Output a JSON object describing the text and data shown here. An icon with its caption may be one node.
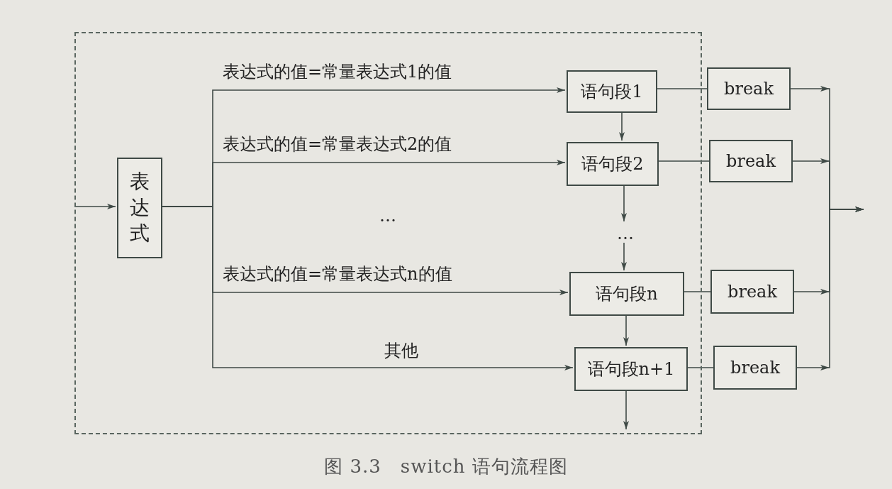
{
  "diagram": {
    "caption": "图 3.3　switch 语句流程图",
    "nodes": [
      {
        "text": [],
        "shape": "box"
      },
      {
        "text": [
          "表达式"
        ],
        "in": 0
      },
      {
        "text": [
          "语句段1"
        ],
        "in": 0
      },
      {
        "text": [
          "语句段2"
        ],
        "in": 0
      },
      {
        "text": [
          "…"
        ],
        "in": 0
      },
      {
        "text": [
          "语句段n"
        ],
        "in": 0
      },
      {
        "text": [
          "语句段n+1"
        ],
        "in": 0
      },
      {
        "text": [
          "break"
        ]
      },
      {
        "text": [
          "break"
        ]
      },
      {
        "text": [
          "break"
        ]
      },
      {
        "text": [
          "break"
        ]
      }
    ],
    "edges": [
      {
        "from": null,
        "to": 1,
        "arrow": "to"
      },
      {
        "from": 1,
        "to": 2,
        "arrow": "to",
        "label": "表达式的值=常量表达式1的值"
      },
      {
        "from": 1,
        "to": 3,
        "arrow": "to",
        "label": "表达式的值=常量表达式2的值"
      },
      {
        "from": 1,
        "to": 5,
        "arrow": "to",
        "label": "表达式的值=常量表达式n的值"
      },
      {
        "from": 1,
        "to": 6,
        "arrow": "to",
        "label": "其他"
      },
      {
        "from": 2,
        "to": 3,
        "arrow": "to"
      },
      {
        "from": 3,
        "to": 4,
        "arrow": "to"
      },
      {
        "from": 4,
        "to": 5,
        "arrow": "to"
      },
      {
        "from": 5,
        "to": 6,
        "arrow": "to"
      },
      {
        "from": 6,
        "to": null,
        "arrow": "to"
      },
      {
        "from": 2,
        "to": 7,
        "arrow": "none"
      },
      {
        "from": 3,
        "to": 8,
        "arrow": "none"
      },
      {
        "from": 5,
        "to": 9,
        "arrow": "none"
      },
      {
        "from": 6,
        "to": 10,
        "arrow": "none"
      },
      {
        "from": 7,
        "to": null,
        "arrow": "to"
      },
      {
        "from": 8,
        "to": null,
        "arrow": "to"
      },
      {
        "from": 9,
        "to": null,
        "arrow": "to"
      },
      {
        "from": 10,
        "to": null,
        "arrow": "to"
      }
    ],
    "labels": [
      "…"
    ]
  }
}
